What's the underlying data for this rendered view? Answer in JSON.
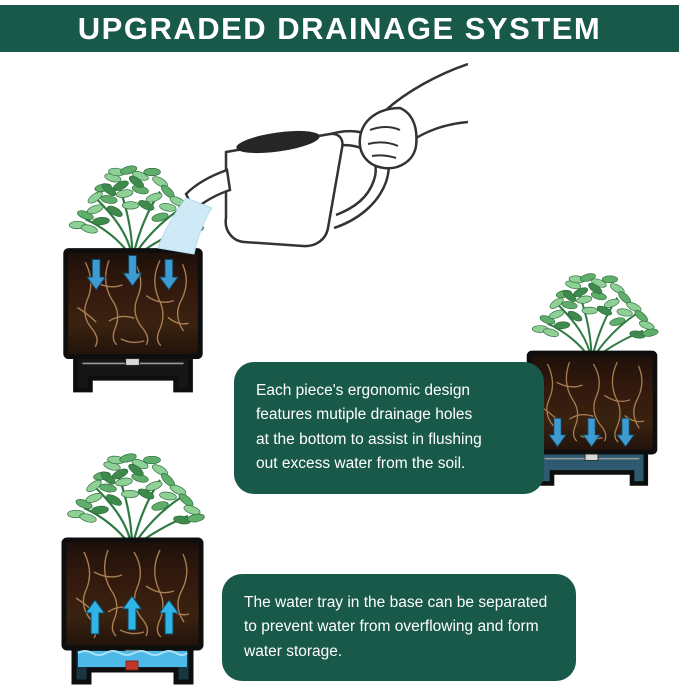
{
  "header": {
    "title": "UPGRADED DRAINAGE SYSTEM"
  },
  "callouts": {
    "drainage": {
      "text": "Each piece's ergonomic design\nfeatures mutiple drainage holes\nat the bottom to assist in flushing\nout excess water from the soil."
    },
    "water_tray": {
      "text": "The water tray in the base can be separated\nto prevent water from overflowing and form\nwater storage."
    }
  },
  "illustrations": {
    "watering_hand": "hand-pouring-watering-can-icon",
    "pot_top": "pot-absorbing-water-from-top-icon",
    "pot_drainage": "pot-draining-excess-water-icon",
    "pot_storage": "pot-storing-water-in-tray-icon"
  },
  "colors": {
    "banner_green": "#19594a",
    "callout_green": "#19594a",
    "arrow_blue": "#3d9bd1",
    "storage_arrow_blue": "#2fb4e6",
    "water_blue": "#cfe9f6",
    "tray_water_blue": "#4cb9e8",
    "plug_red": "#c0392b",
    "tray_dark": "#161616",
    "tray_drain": "#2e5a70",
    "tray_storage": "#173642"
  }
}
